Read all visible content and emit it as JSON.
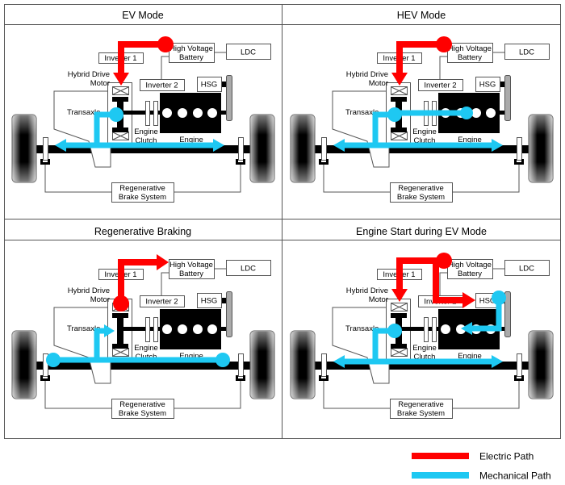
{
  "panels": [
    {
      "id": "ev",
      "title": "EV Mode"
    },
    {
      "id": "hev",
      "title": "HEV Mode"
    },
    {
      "id": "regen",
      "title": "Regenerative Braking"
    },
    {
      "id": "start",
      "title": "Engine Start during EV Mode"
    }
  ],
  "labels": {
    "inverter1": "Inverter 1",
    "inverter2": "Inverter 2",
    "hv_battery_line1": "High Voltage",
    "hv_battery_line2": "Battery",
    "ldc": "LDC",
    "hsg": "HSG",
    "motor_line1": "Hybrid Drive",
    "motor_line2": "Motor",
    "transaxle": "Transaxle",
    "clutch_line1": "Engine",
    "clutch_line2": "Clutch",
    "engine": "Engine",
    "brake_line1": "Regenerative",
    "brake_line2": "Brake System"
  },
  "legend": {
    "electric": "Electric Path",
    "mechanical": "Mechanical Path"
  },
  "colors": {
    "electric": "#ff0000",
    "mechanical": "#1ec8f2"
  }
}
